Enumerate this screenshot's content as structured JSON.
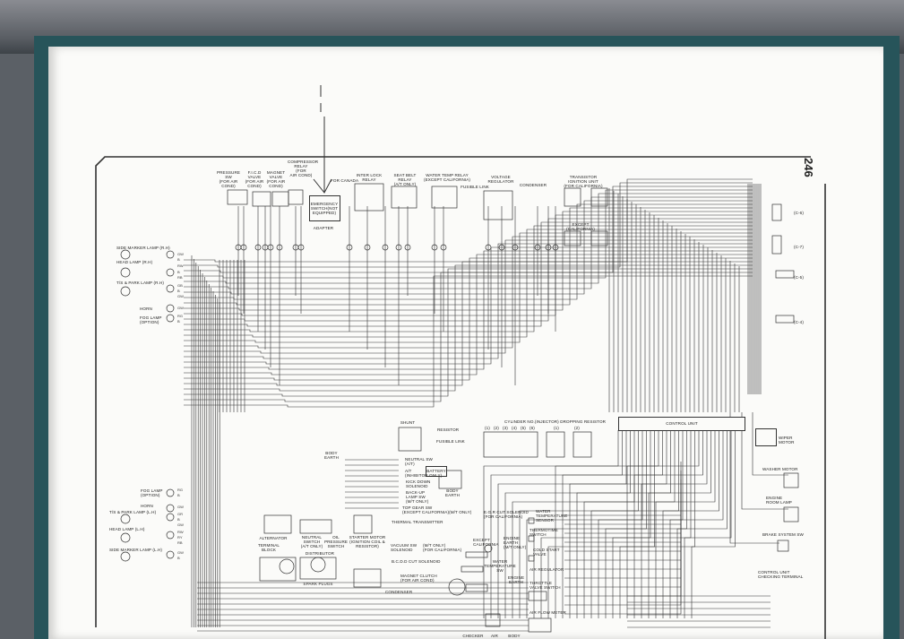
{
  "page_number": "246",
  "components_top": {
    "pressure_sw": "PRESSURE SW\n(FOR AIR COND)",
    "fico_valve": "F.I.C.D\nVALVE\n(FOR AIR COND)",
    "magnet_valve": "MAGNET\nVALVE\n(FOR AIR COND)",
    "compressor_relay": "COMPRESSOR\nRELAY\n(FOR\nAIR COND)",
    "for_canada": "FOR CANADA",
    "emergency_switch": "EMERGENCY\nSWITCH(NOT\nEQUIPPED)",
    "adapter": "ADAPTER",
    "inter_lock_relay": "INTER LOCK\nRELAY",
    "seat_belt_relay": "SEAT BELT\nRELAY\n(A/T ONLY)",
    "water_temp_relay": "WATER TEMP RELAY\n(EXCEPT CALIFORNIA)",
    "fusible_link": "FUSIBLE LINK",
    "voltage_regulator": "VOLTAGE\nREGULATOR",
    "condenser": "CONDENSER",
    "transistor_unit": "TRANSISTOR\nIGNITION UNIT\n(FOR CALIFORNIA)",
    "except_california": "EXCEPT\n(CALIFORNIA)"
  },
  "connectors": [
    "(C-6)",
    "(C-7)",
    "(C-5)",
    "(C-4)"
  ],
  "front_rh": {
    "side_marker": "SIDE MARKER LAMP (R.H)",
    "head_lamp": "HEAD LAMP (R.H)",
    "park_lamp": "T/S & PARK LAMP (R.H)",
    "horn": "HORN",
    "fog_lamp": "FOG LAMP\n(OPTION)"
  },
  "front_lh": {
    "fog_lamp": "FOG LAMP\n(OPTION)",
    "horn": "HORN",
    "park_lamp": "T/S & PARK LAMP (L.H)",
    "head_lamp": "HEAD LAMP (L.H)",
    "side_marker": "SIDE MARKER LAMP (L.H)"
  },
  "engine": {
    "shunt": "SHUNT",
    "resistor": "RESISTOR",
    "fusible_link": "FUSIBLE LINK",
    "battery": "BATTERY",
    "body_earth": "BODY\nEARTH",
    "body_earth2": "BODY\nEARTH",
    "neutral_sw": "NEUTRAL SW\n(A/T)",
    "inhibitor": "A/T\n(INHIBITOR ONLY)",
    "kick_down": "KICK DOWN\nSOLENOID",
    "back_up": "BACK-UP\nLAMP SW\n(M/T ONLY)",
    "top_gear": "TOP GEAR SW\n(EXCEPT CALIFORNIA)(M/T ONLY)",
    "alternator": "ALTERNATOR",
    "terminal_block": "TERMINAL\nBLOCK",
    "neutral_switch": "NEUTRAL\nSWITCH\n(A/T ONLY)",
    "fuel_pressure": "OIL\nPRESSURE\nSWITCH",
    "starter": "STARTER MOTOR\n(IGNITION COIL &\nRESISTOR)",
    "distributor": "DISTRIBUTOR",
    "spark_plugs": "SPARK PLUGS",
    "condenser": "CONDENSER",
    "thermal_transmitter": "THERMAL TRANSMITTER",
    "vacuum_sw": "VACUUM SW\nSOLENOID",
    "vacuum_note": "(M/T ONLY)\n(FOR CALIFORNIA)",
    "bcdd": "B.C.D.D CUT SOLENOID",
    "magnet_clutch": "MAGNET CLUTCH\n(FOR AIR COND)",
    "except_cal": "EXCEPT\nCALIFORNIA",
    "engine_earth_mt": "ENGINE\nEARTH\n(M/T ONLY)",
    "water_temp_sw": "WATER\nTEMPERATURE\nSW",
    "engine_earth": "ENGINE\nEARTH"
  },
  "efi": {
    "dropping_resistor": "CYLINDER NO.(INJECTOR) DROPPING RESISTOR",
    "cylinders": [
      "(1)",
      "(2)",
      "(3)",
      "(4)",
      "(5)",
      "(6)"
    ],
    "resistor_groups": [
      "(1)",
      "(2)"
    ],
    "control_unit": "CONTROL UNIT",
    "egr": "E.G.R CUT SOLENOID\n(FOR CALIFORNIA)",
    "water_temp_sensor": "WATER\nTEMPERATURE\nSENSOR",
    "thermotime": "THERMOTIME\nSWITCH",
    "cold_start": "COLD START\nVALVE",
    "air_regulator": "AIR REGULATOR",
    "throttle": "THROTTLE\nVALVE SWITCH",
    "air_flow": "AIR FLOW METER",
    "checker": "CHECKER",
    "air": "AIR",
    "body": "BODY"
  },
  "right_side": {
    "wiper_motor": "WIPER\nMOTOR",
    "washer_motor": "WASHER MOTOR",
    "engine_room_lamp": "ENGINE\nROOM LAMP",
    "brake_sw": "BRAKE SYSTEM SW",
    "checking_terminal": "CONTROL UNIT\nCHECKING TERMINAL"
  },
  "wire_codes": [
    "GW",
    "B",
    "RW",
    "B",
    "RB",
    "GB",
    "B",
    "GW",
    "GW",
    "RG",
    "B",
    "RG",
    "B",
    "GW",
    "GR",
    "B",
    "GW",
    "RW",
    "RY",
    "RB",
    "GW",
    "B"
  ]
}
